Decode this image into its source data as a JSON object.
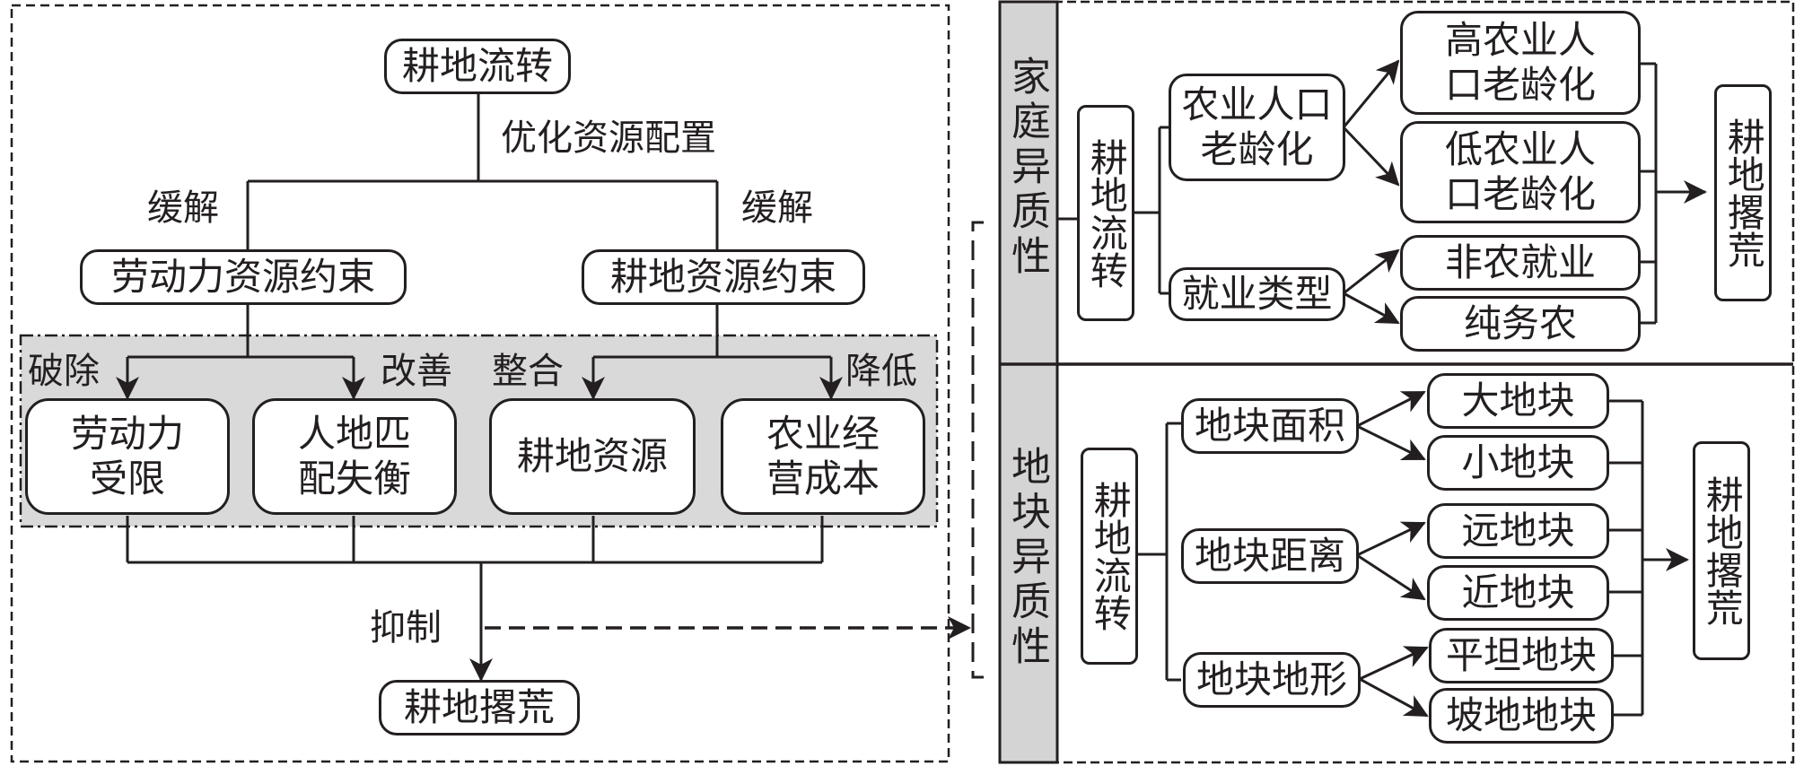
{
  "left_panel": {
    "top_node": "耕地流转",
    "optimize_label": "优化资源配置",
    "ease_left": "缓解",
    "ease_right": "缓解",
    "constraint_left": "劳动力资源约束",
    "constraint_right": "耕地资源约束",
    "action_labels": [
      "破除",
      "改善",
      "整合",
      "降低"
    ],
    "mechanisms": [
      "劳动力\n受限",
      "人地匹\n配失衡",
      "耕地资源",
      "农业经\n营成本"
    ],
    "suppress_label": "抑制",
    "outcome_node": "耕地撂荒"
  },
  "right_panel": {
    "household": {
      "side_label": "家庭异质性",
      "source_node": "耕地流转",
      "factors": [
        {
          "name": "农业人口\n老龄化",
          "levels": [
            "高农业人\n口老龄化",
            "低农业人\n口老龄化"
          ]
        },
        {
          "name": "就业类型",
          "levels": [
            "非农就业",
            "纯务农"
          ]
        }
      ],
      "outcome_node": "耕地撂荒"
    },
    "plot": {
      "side_label": "地块异质性",
      "source_node": "耕地流转",
      "factors": [
        {
          "name": "地块面积",
          "levels": [
            "大地块",
            "小地块"
          ]
        },
        {
          "name": "地块距离",
          "levels": [
            "远地块",
            "近地块"
          ]
        },
        {
          "name": "地块地形",
          "levels": [
            "平坦地块",
            "坡地地块"
          ]
        }
      ],
      "outcome_node": "耕地撂荒"
    }
  },
  "colors": {
    "line": "#231f20",
    "band_fill": "#d9d9d9",
    "strip_fill": "#d4d4d4"
  }
}
